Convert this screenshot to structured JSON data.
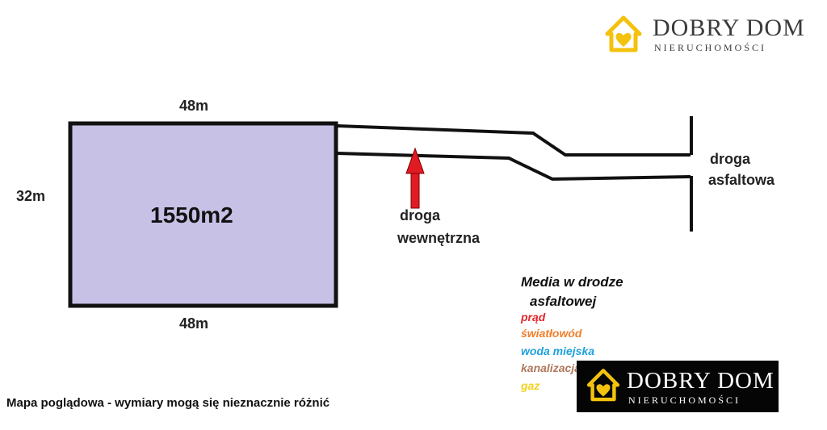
{
  "plot": {
    "top_width": "48m",
    "bottom_width": "48m",
    "side_height": "32m",
    "area": "1550m2"
  },
  "roads": {
    "internal_line1": "droga",
    "internal_line2": "wewnętrzna",
    "asphalt_line1": "droga",
    "asphalt_line2": "asfaltowa"
  },
  "media": {
    "heading_line1": "Media w drodze",
    "heading_line2": "asfaltowej",
    "items": [
      {
        "label": "prąd",
        "color": "#e3262b"
      },
      {
        "label": "światłowód",
        "color": "#f07f2a"
      },
      {
        "label": "woda miejska",
        "color": "#1ea0dc"
      },
      {
        "label": "kanalizacja",
        "color": "#b0775a"
      },
      {
        "label": "gaz",
        "color": "#f2d21c"
      }
    ]
  },
  "footer": {
    "note": "Mapa poglądowa - wymiary mogą się nieznacznie różnić"
  },
  "brand": {
    "name": "DOBRY DOM",
    "tagline": "NIERUCHOMOŚCI",
    "accent_color": "#f4c20d"
  },
  "colors": {
    "plot_fill": "#c8c1e6",
    "line": "#111111",
    "arrow": "#e11b22"
  }
}
